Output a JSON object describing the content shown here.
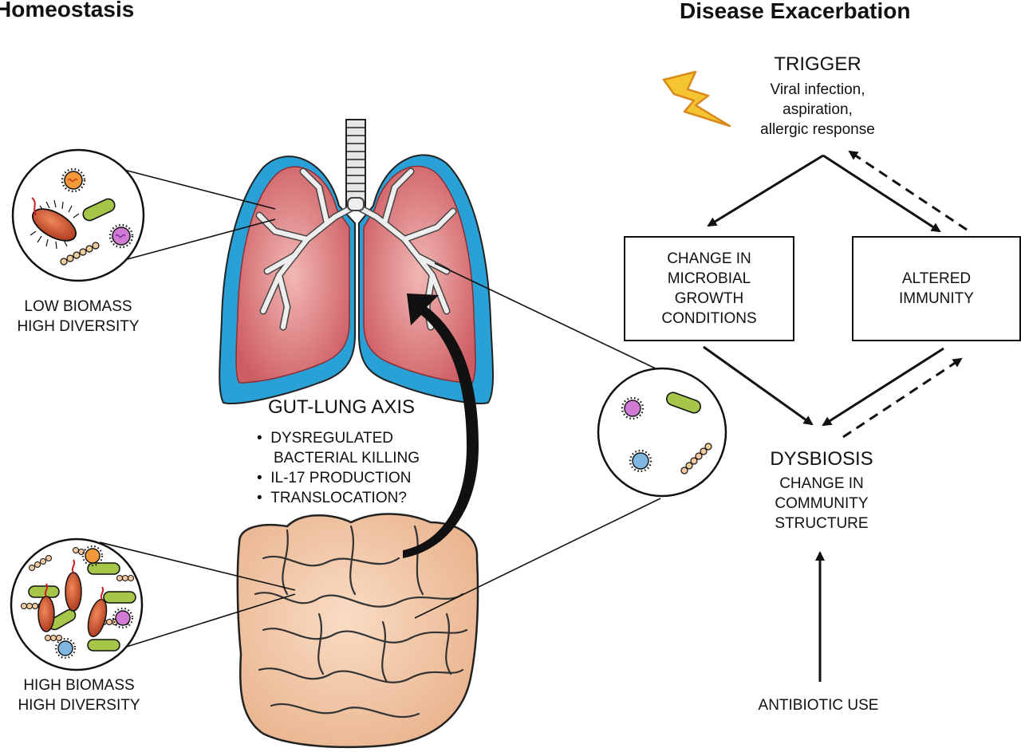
{
  "left": {
    "title": "Homeostasis",
    "lung_sample": {
      "line1": "LOW BIOMASS",
      "line2": "HIGH DIVERSITY"
    },
    "gut_sample": {
      "line1": "HIGH BIOMASS",
      "line2": "HIGH DIVERSITY"
    }
  },
  "center": {
    "axis_title": "GUT-LUNG AXIS",
    "bullets": [
      "DYSREGULATED",
      "BACTERIAL KILLING",
      "IL-17 PRODUCTION",
      "TRANSLOCATION?"
    ],
    "bullet_char": "•"
  },
  "right": {
    "title": "Disease Exacerbation",
    "trigger": {
      "heading": "TRIGGER",
      "line1": "Viral infection,",
      "line2": "aspiration,",
      "line3": "allergic response"
    },
    "box_microbial": {
      "line1": "CHANGE IN",
      "line2": "MICROBIAL",
      "line3": "GROWTH",
      "line4": "CONDITIONS"
    },
    "box_immunity": {
      "line1": "ALTERED",
      "line2": "IMMUNITY"
    },
    "dysbiosis": {
      "heading": "DYSBIOSIS",
      "line1": "CHANGE IN",
      "line2": "COMMUNITY",
      "line3": "STRUCTURE"
    },
    "antibiotic": "ANTIBIOTIC USE"
  },
  "colors": {
    "lung_pleura": "#2aa1d6",
    "lung_tissue": "#d9757a",
    "airway": "#e8e8e8",
    "intestine": "#f3c9a8",
    "lightning": "#f5c431",
    "bacteria_rod": "#c94a1e",
    "bacteria_green": "#a6c64a"
  }
}
